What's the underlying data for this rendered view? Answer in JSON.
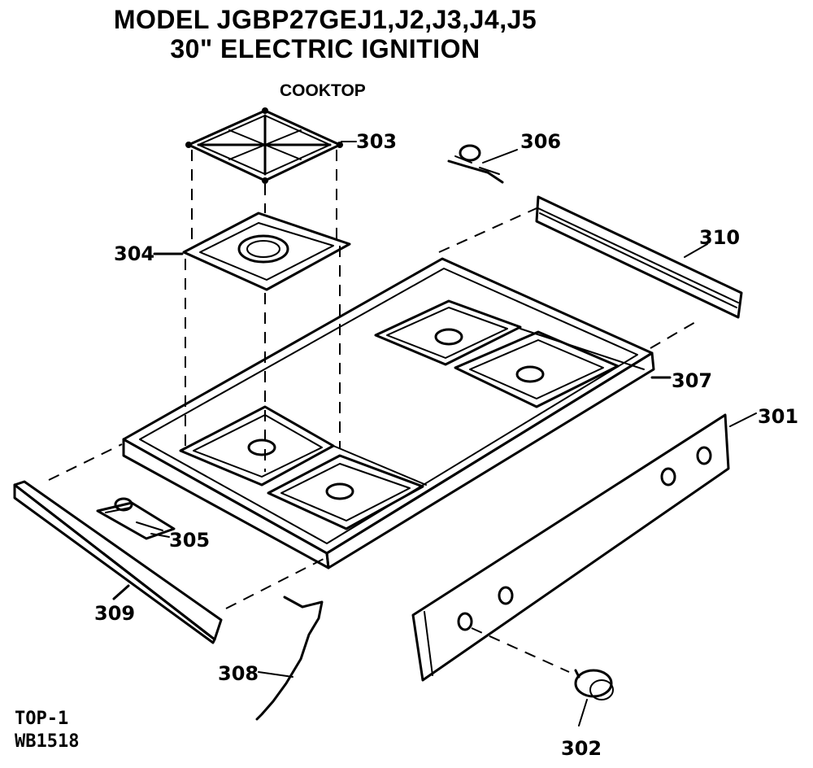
{
  "title_line1": "MODEL JGBP27GEJ1,J2,J3,J4,J5",
  "title_line2": "30\" ELECTRIC IGNITION",
  "section_label": "COOKTOP",
  "footer_line1": "TOP-1",
  "footer_line2": "WB1518",
  "parts": {
    "p301": "301",
    "p302": "302",
    "p303": "303",
    "p304": "304",
    "p305": "305",
    "p306": "306",
    "p307": "307",
    "p308": "308",
    "p309": "309",
    "p310": "310"
  }
}
